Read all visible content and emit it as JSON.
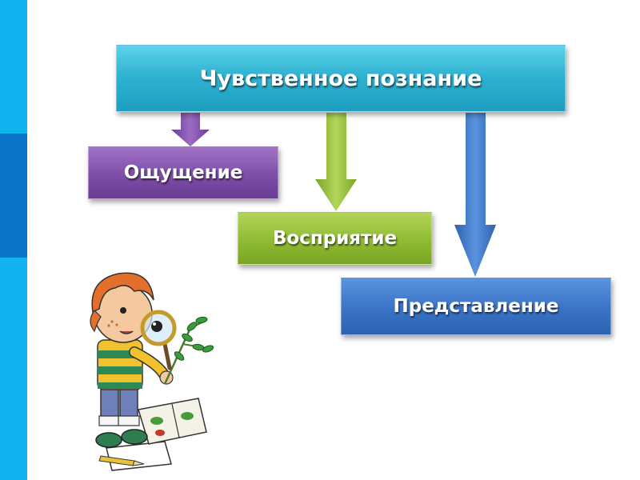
{
  "diagram": {
    "main": "Чувственное познание",
    "items": [
      {
        "label": "Ощущение",
        "color": "#7e4ea8"
      },
      {
        "label": "Восприятие",
        "color": "#8fbb32"
      },
      {
        "label": "Представление",
        "color": "#3a73c6"
      }
    ],
    "main_color": "#2fb3d2"
  },
  "accent_colors": {
    "sidebar_light": "#12b4ef",
    "sidebar_dark": "#0a75c9"
  },
  "illustration": "child-with-magnifying-glass"
}
